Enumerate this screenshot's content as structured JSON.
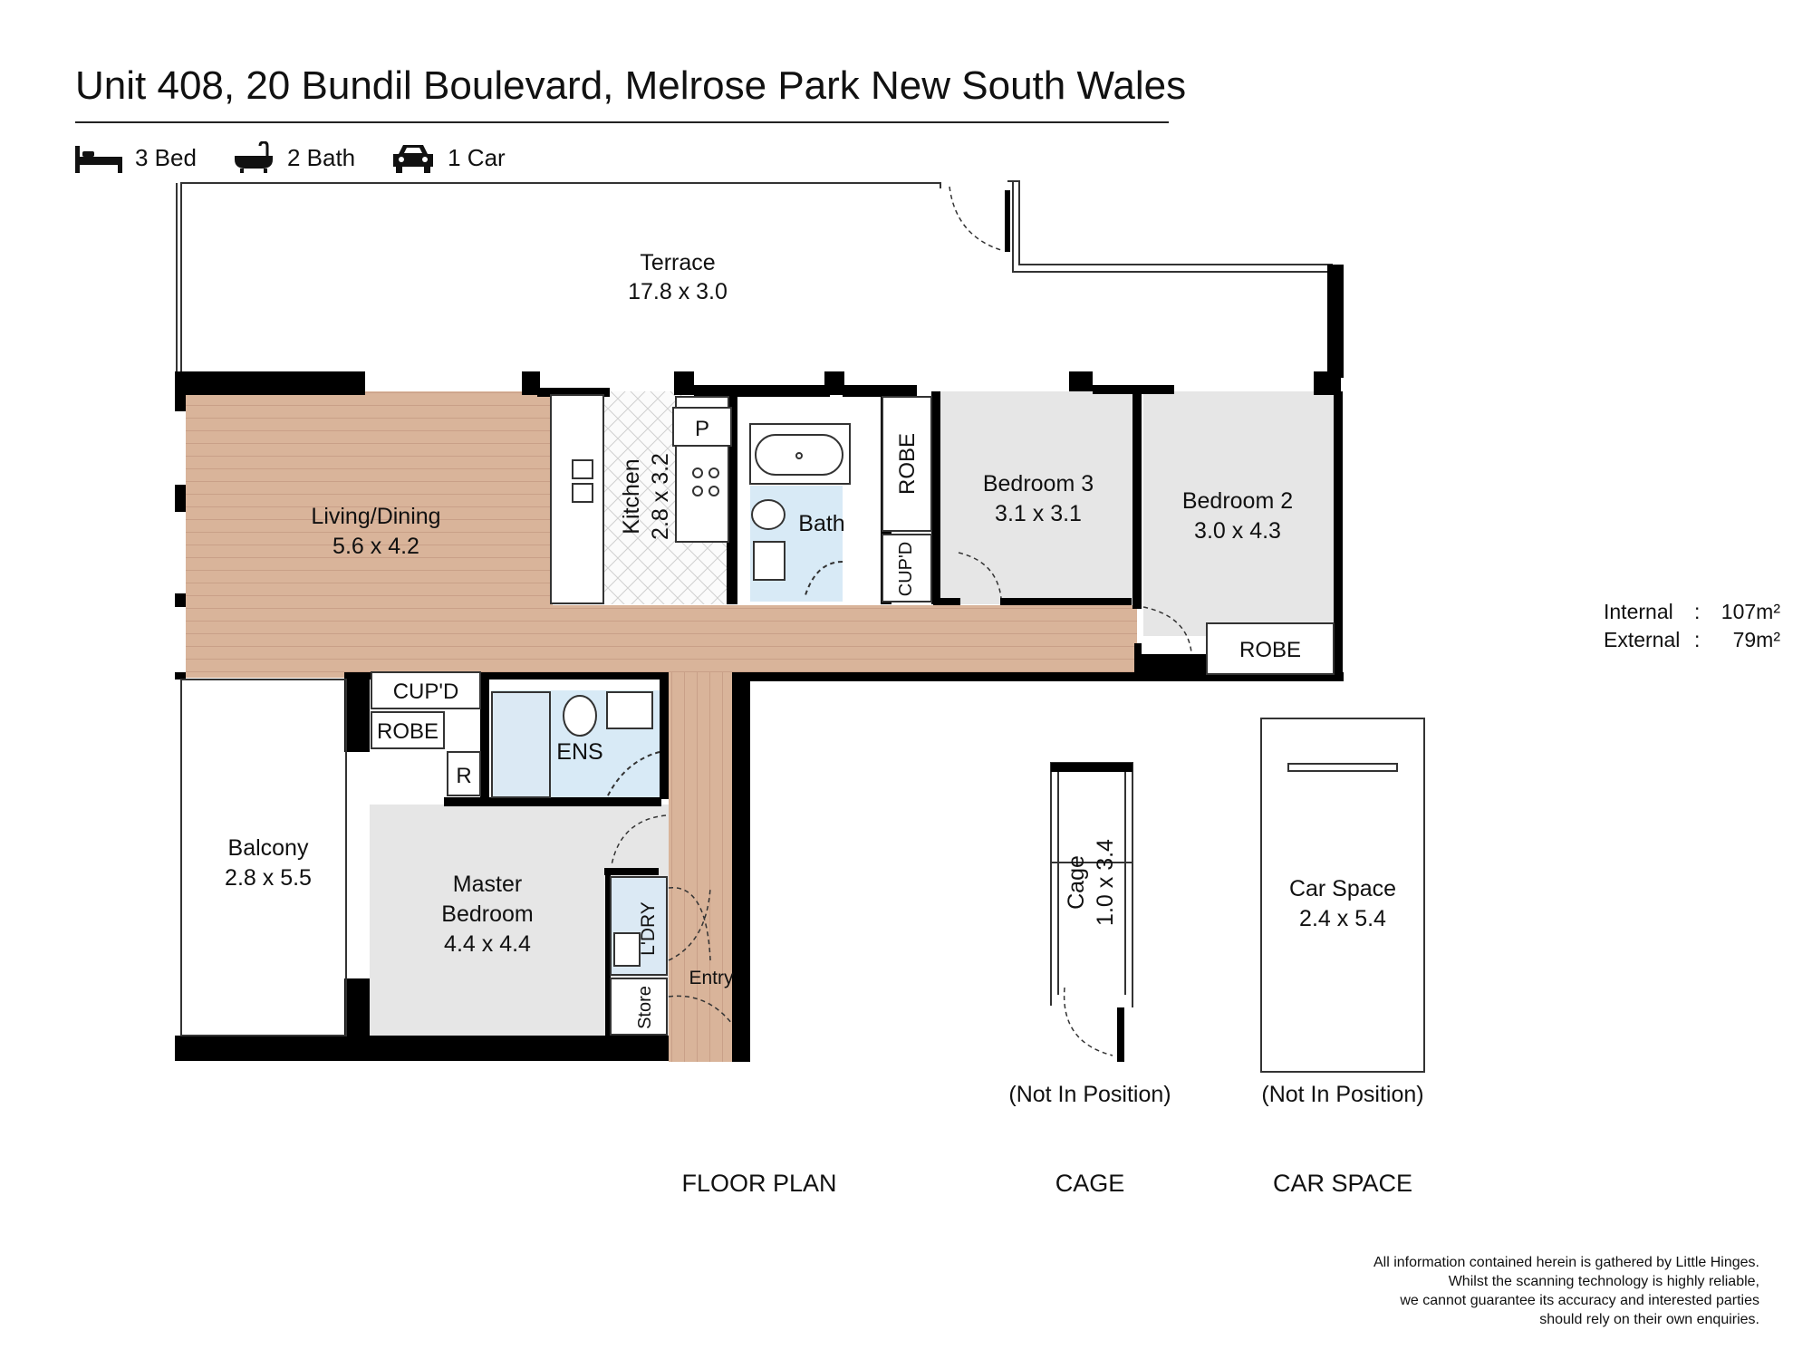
{
  "header": {
    "address": "Unit 408, 20 Bundil Boulevard, Melrose Park New South Wales"
  },
  "features": {
    "bed": "3 Bed",
    "bath": "2 Bath",
    "car": "1 Car",
    "icons": [
      "bed-icon",
      "bath-icon",
      "car-icon"
    ]
  },
  "rooms": {
    "terrace": {
      "name": "Terrace",
      "size": "17.8 x 3.0"
    },
    "living": {
      "name": "Living/Dining",
      "size": "5.6 x 4.2"
    },
    "kitchen": {
      "name": "Kitchen",
      "size": "2.8 x 3.2"
    },
    "pantry": "P",
    "bath": "Bath",
    "robe3": "ROBE",
    "cupd3": "CUP'D",
    "bedroom3": {
      "name": "Bedroom 3",
      "size": "3.1 x 3.1"
    },
    "bedroom2": {
      "name": "Bedroom 2",
      "size": "3.0 x 4.3"
    },
    "robe2": "ROBE",
    "cupd_master": "CUP'D",
    "robe_master": "ROBE",
    "r": "R",
    "ens": "ENS",
    "balcony": {
      "name": "Balcony",
      "size": "2.8 x 5.5"
    },
    "master": {
      "line1": "Master",
      "line2": "Bedroom",
      "size": "4.4 x 4.4"
    },
    "laundry": "L'DRY",
    "store": "Store",
    "entry": "Entry"
  },
  "cage": {
    "name": "Cage",
    "size": "1.0 x 3.4",
    "note": "(Not In Position)",
    "caption": "CAGE"
  },
  "car_space": {
    "name": "Car Space",
    "size": "2.4 x 5.4",
    "note": "(Not In Position)",
    "caption": "CAR SPACE"
  },
  "floor_plan_caption": "FLOOR PLAN",
  "areas": {
    "internal_label": "Internal",
    "internal_value": "107m²",
    "external_label": "External",
    "external_value": "79m²"
  },
  "disclaimer": [
    "All information contained herein is gathered by Little Hinges.",
    "Whilst the scanning technology is highly reliable,",
    "we cannot guarantee its accuracy and interested parties",
    "should rely on their own enquiries."
  ],
  "colors": {
    "wall": "#000000",
    "timber": "#d9b49a",
    "carpet": "#e6e6e6",
    "wet_area": "#d8eaf6"
  }
}
